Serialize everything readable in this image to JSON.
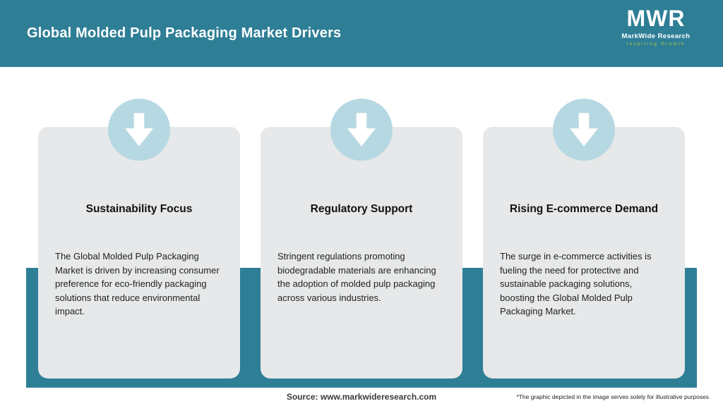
{
  "header": {
    "title": "Global Molded Pulp Packaging Market Drivers",
    "logo": {
      "text": "MWR",
      "subtitle": "MarkWide Research",
      "tagline": "Inspiring Growth"
    }
  },
  "cards": [
    {
      "title": "Sustainability Focus",
      "body": "The Global Molded Pulp Packaging Market is driven by increasing consumer preference for eco-friendly packaging solutions that reduce environmental impact.",
      "icon": "down-arrow-icon"
    },
    {
      "title": "Regulatory Support",
      "body": "Stringent regulations promoting biodegradable materials are enhancing the adoption of molded pulp packaging across various industries.",
      "icon": "down-arrow-icon"
    },
    {
      "title": "Rising E-commerce Demand",
      "body": "The surge in e-commerce activities is fueling the need for protective and sustainable packaging solutions, boosting the Global Molded Pulp Packaging Market.",
      "icon": "down-arrow-icon"
    }
  ],
  "footer": {
    "source": "Source: www.markwideresearch.com",
    "disclaimer": "*The graphic depicted in the image serves solely for illustrative purposes"
  },
  "colors": {
    "header_teal": "#2e7e96",
    "band_teal": "#2e7e96",
    "card_gray": "#e6e8e9",
    "circle_blue": "#b6d8e2",
    "arrow_white": "#ffffff",
    "tagline_green": "#b9cf3c",
    "title_white": "#ffffff",
    "body_text": "#1f1f1f"
  }
}
